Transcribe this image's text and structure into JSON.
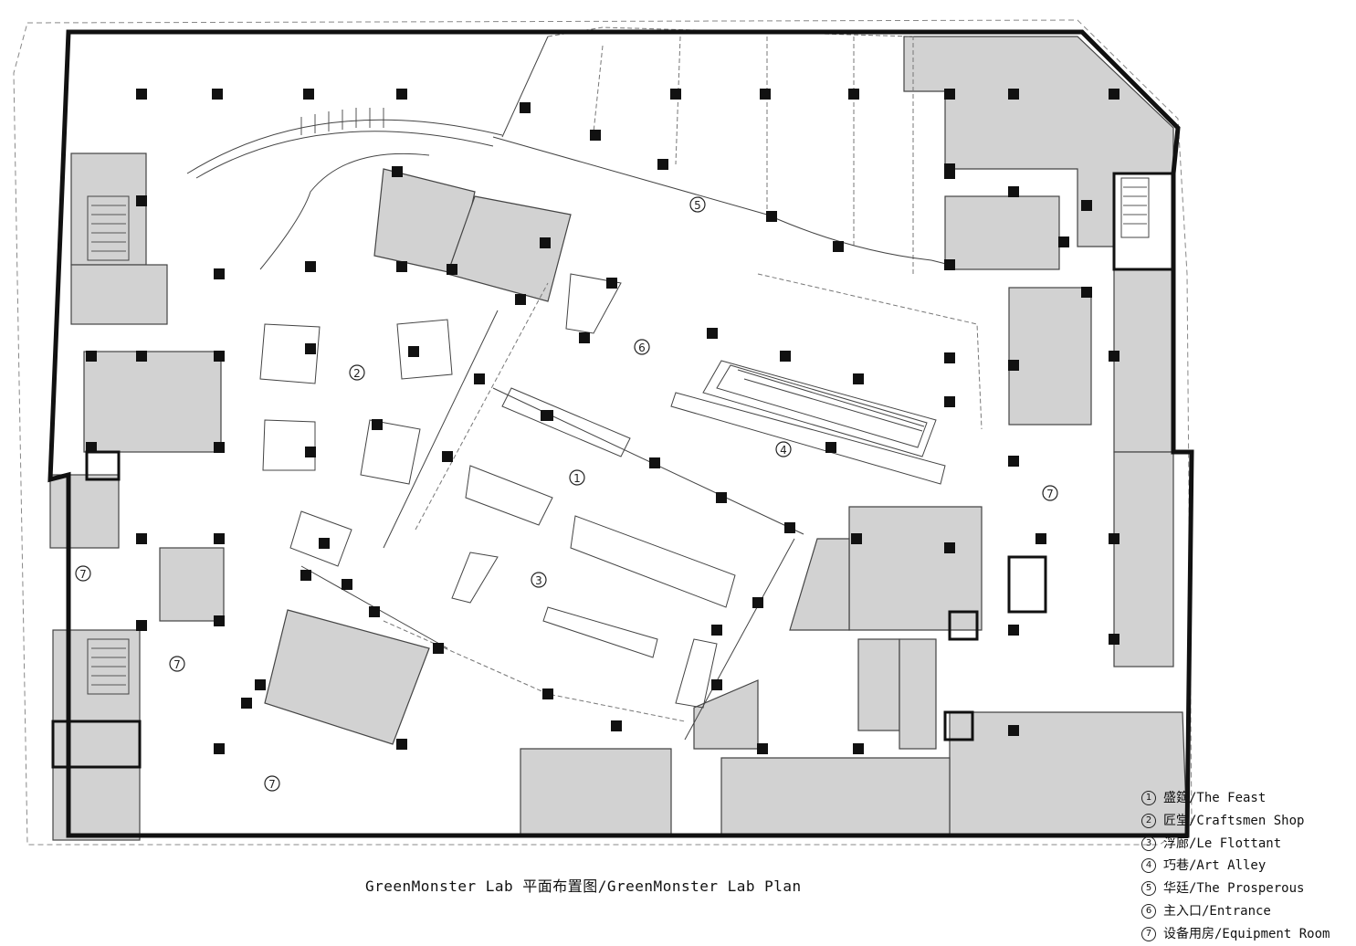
{
  "caption": "GreenMonster Lab 平面布置图/GreenMonster Lab Plan",
  "zone_markers": [
    {
      "num": "①"
    },
    {
      "num": "②"
    },
    {
      "num": "③"
    },
    {
      "num": "④"
    },
    {
      "num": "⑤"
    },
    {
      "num": "⑥"
    },
    {
      "num": "⑦"
    },
    {
      "num": "⑦"
    },
    {
      "num": "⑦"
    },
    {
      "num": "⑦"
    }
  ],
  "legend": [
    {
      "num": "①",
      "label": "盛筵/The Feast"
    },
    {
      "num": "②",
      "label": "匠堂/Craftsmen Shop"
    },
    {
      "num": "③",
      "label": "浮廊/Le Flottant"
    },
    {
      "num": "④",
      "label": "巧巷/Art Alley"
    },
    {
      "num": "⑤",
      "label": "华廷/The Prosperous"
    },
    {
      "num": "⑥",
      "label": "主入口/Entrance"
    },
    {
      "num": "⑦",
      "label": "设备用房/Equipment Room"
    }
  ],
  "colors": {
    "wall": "#111111",
    "block_fill": "#d2d2d2",
    "background": "#ffffff"
  }
}
